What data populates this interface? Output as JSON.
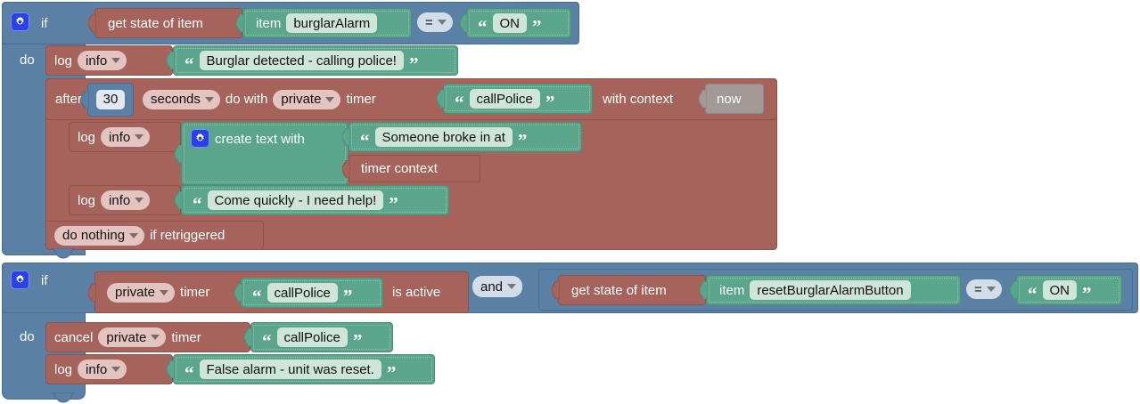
{
  "editor": {
    "name": "blockly-rule-editor",
    "colors": {
      "control": "#5b80a5",
      "action": "#a5635b",
      "text": "#5ba58c",
      "math": "#5b80a5",
      "context": "#a19a96",
      "field_green": "#cfe5d9",
      "field_blue": "#e2e9f1",
      "dropdown_red": "#e4c4c0",
      "dropdown_blue": "#d3dde7",
      "gear_icon": "#2a41e8"
    }
  },
  "rule1": {
    "if_label": "if",
    "do_label": "do",
    "gear_icon": "gear-icon",
    "condition": {
      "get_state": "get state of item",
      "item_label": "item",
      "item_name": "burglarAlarm",
      "operator": "=",
      "compare_value": "ON"
    },
    "statements": {
      "log1": {
        "verb": "log",
        "level": "info",
        "message": "Burglar detected - calling police!"
      },
      "after": {
        "after_label": "after",
        "amount": "30",
        "unit": "seconds",
        "do_with_label": "do with",
        "scope": "private",
        "timer_label": "timer",
        "timer_name": "callPolice",
        "with_context_label": "with context",
        "context_value": "now",
        "body": {
          "log_verb": "log",
          "log_level": "info",
          "create_text_label": "create text with",
          "gear_icon": "gear-icon",
          "text_part1": "Someone broke in at",
          "text_part2": "timer context",
          "log2_verb": "log",
          "log2_level": "info",
          "log2_message": "Come quickly - I need help!"
        },
        "retrigger_action": "do nothing",
        "retrigger_label": "if retriggered"
      }
    }
  },
  "rule2": {
    "if_label": "if",
    "do_label": "do",
    "gear_icon": "gear-icon",
    "condition": {
      "left": {
        "scope": "private",
        "timer_label": "timer",
        "timer_name": "callPolice",
        "is_active_label": "is active"
      },
      "operator": "and",
      "right": {
        "get_state": "get state of item",
        "item_label": "item",
        "item_name": "resetBurglarAlarmButton",
        "operator": "=",
        "compare_value": "ON"
      }
    },
    "statements": {
      "cancel": {
        "verb": "cancel",
        "scope": "private",
        "timer_label": "timer",
        "timer_name": "callPolice"
      },
      "log": {
        "verb": "log",
        "level": "info",
        "message": "False alarm - unit was reset."
      }
    }
  }
}
